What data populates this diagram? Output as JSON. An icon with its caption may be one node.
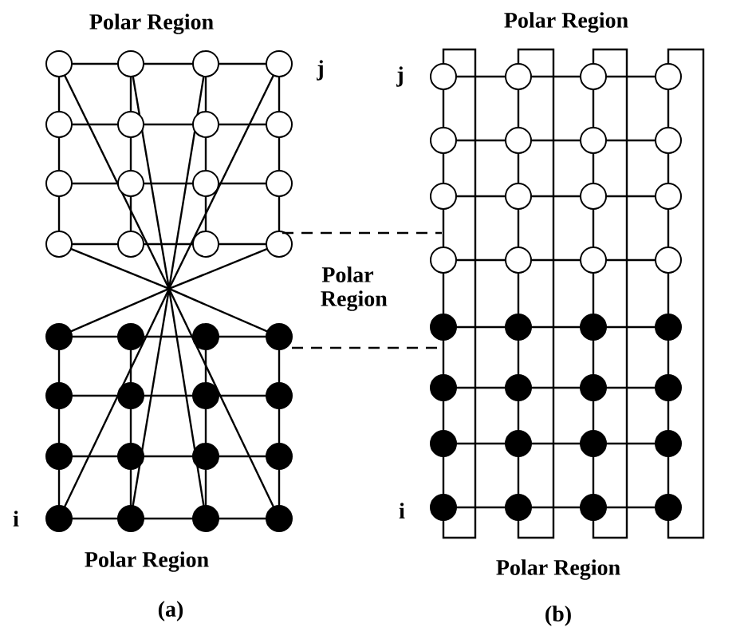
{
  "diagram": {
    "labels": [
      "Polar Region",
      "Polar Region",
      "j",
      "j",
      "Polar Region",
      "i",
      "i",
      "Polar Region",
      "Polar Region",
      "(a)",
      "(b)"
    ]
  }
}
